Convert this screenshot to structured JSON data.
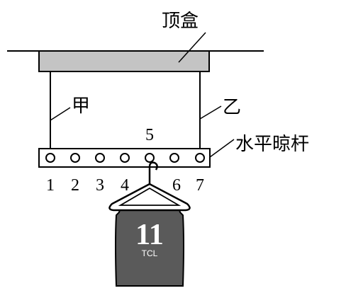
{
  "labels": {
    "top_box": "顶盒",
    "rope_a": "甲",
    "rope_b": "乙",
    "rail": "水平晾杆",
    "hook_hole": "5",
    "holes": [
      "1",
      "2",
      "3",
      "4",
      "6",
      "7"
    ]
  },
  "jersey": {
    "number": "11",
    "brand": "TCL"
  },
  "colors": {
    "top_box_fill": "#c4c4c4",
    "jersey_fill": "#5a5a5a",
    "line": "#000000"
  }
}
